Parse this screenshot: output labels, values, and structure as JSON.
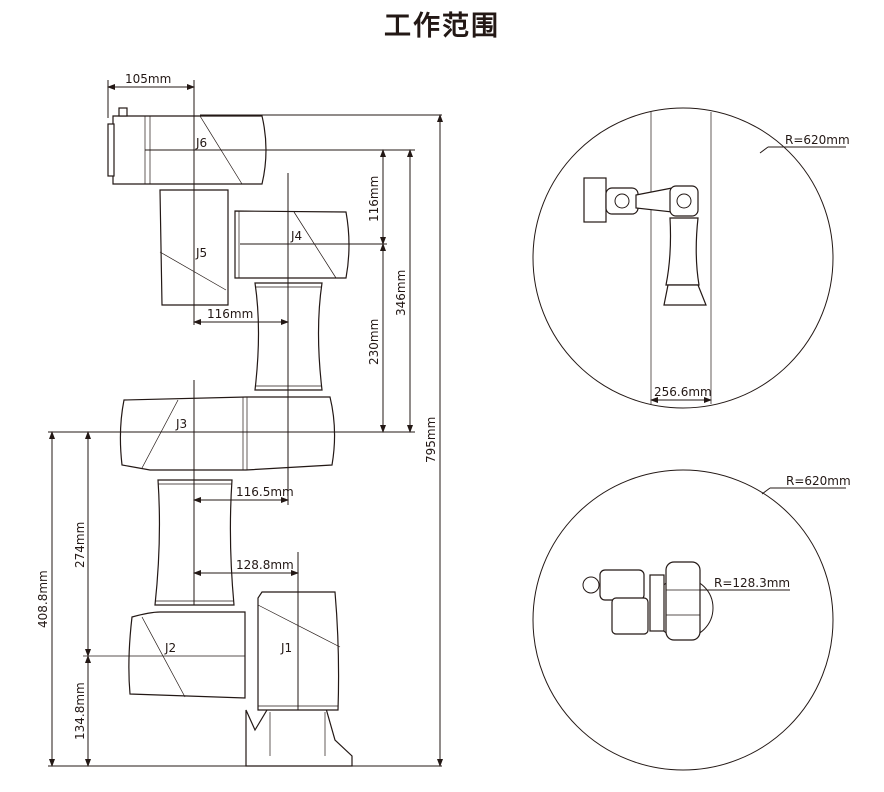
{
  "title": "工作范围",
  "side_view": {
    "joints": [
      "J6",
      "J5",
      "J4",
      "J3",
      "J2",
      "J1"
    ],
    "dimensions": {
      "flange_offset": "105mm",
      "j5_offset": "116mm",
      "j6_j4": "116mm",
      "j4_j3": "230mm",
      "j6_j3": "346mm",
      "total_height": "795mm",
      "j3_offset": "116.5mm",
      "j2_offset": "128.8mm",
      "j3_base": "408.8mm",
      "j3_j2": "274mm",
      "j2_base": "134.8mm"
    }
  },
  "top_view_1": {
    "radius": "R=620mm",
    "offset": "256.6mm"
  },
  "top_view_2": {
    "radius": "R=620mm",
    "inner_radius": "R=128.3mm"
  }
}
